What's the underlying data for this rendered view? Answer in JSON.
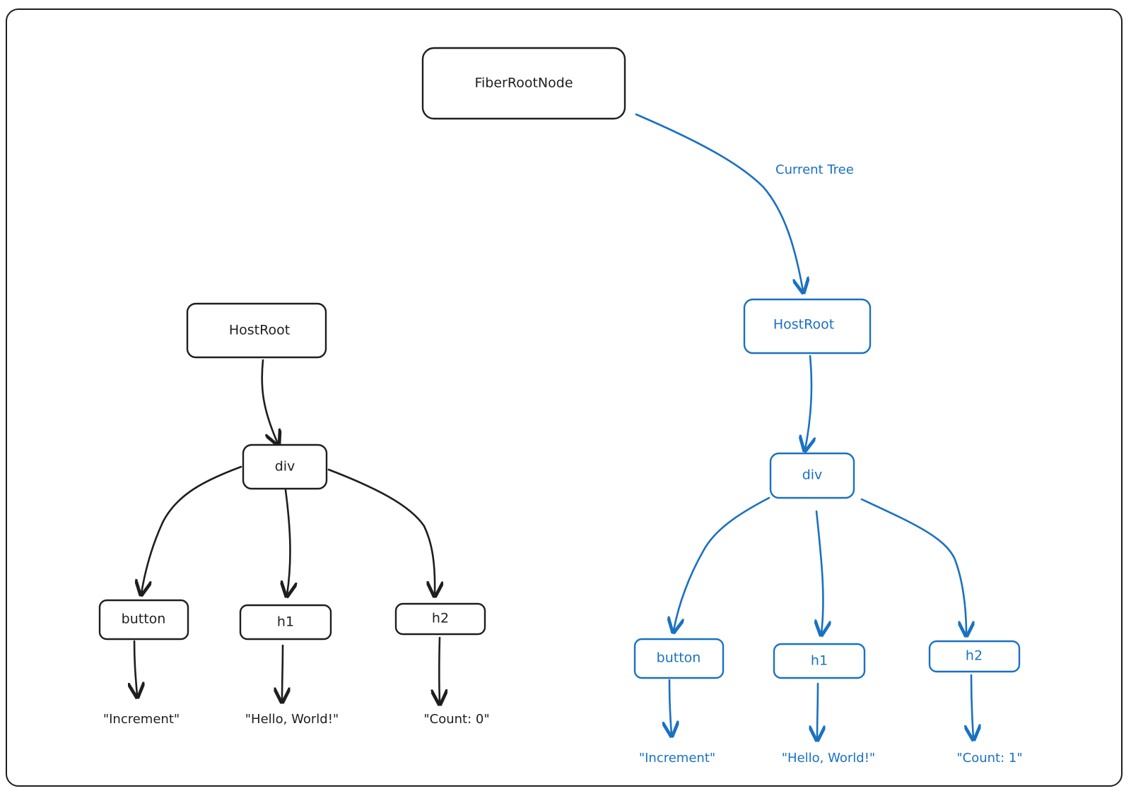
{
  "colors": {
    "left": "#1e1e1e",
    "right": "#1971c2"
  },
  "root": {
    "label": "FiberRootNode"
  },
  "edge_label": "Current Tree",
  "left_tree": {
    "host_root": "HostRoot",
    "div": "div",
    "children": [
      {
        "tag": "button",
        "text": "\"Increment\""
      },
      {
        "tag": "h1",
        "text": "\"Hello, World!\""
      },
      {
        "tag": "h2",
        "text": "\"Count: 0\""
      }
    ]
  },
  "right_tree": {
    "host_root": "HostRoot",
    "div": "div",
    "children": [
      {
        "tag": "button",
        "text": "\"Increment\""
      },
      {
        "tag": "h1",
        "text": "\"Hello, World!\""
      },
      {
        "tag": "h2",
        "text": "\"Count: 1\""
      }
    ]
  }
}
